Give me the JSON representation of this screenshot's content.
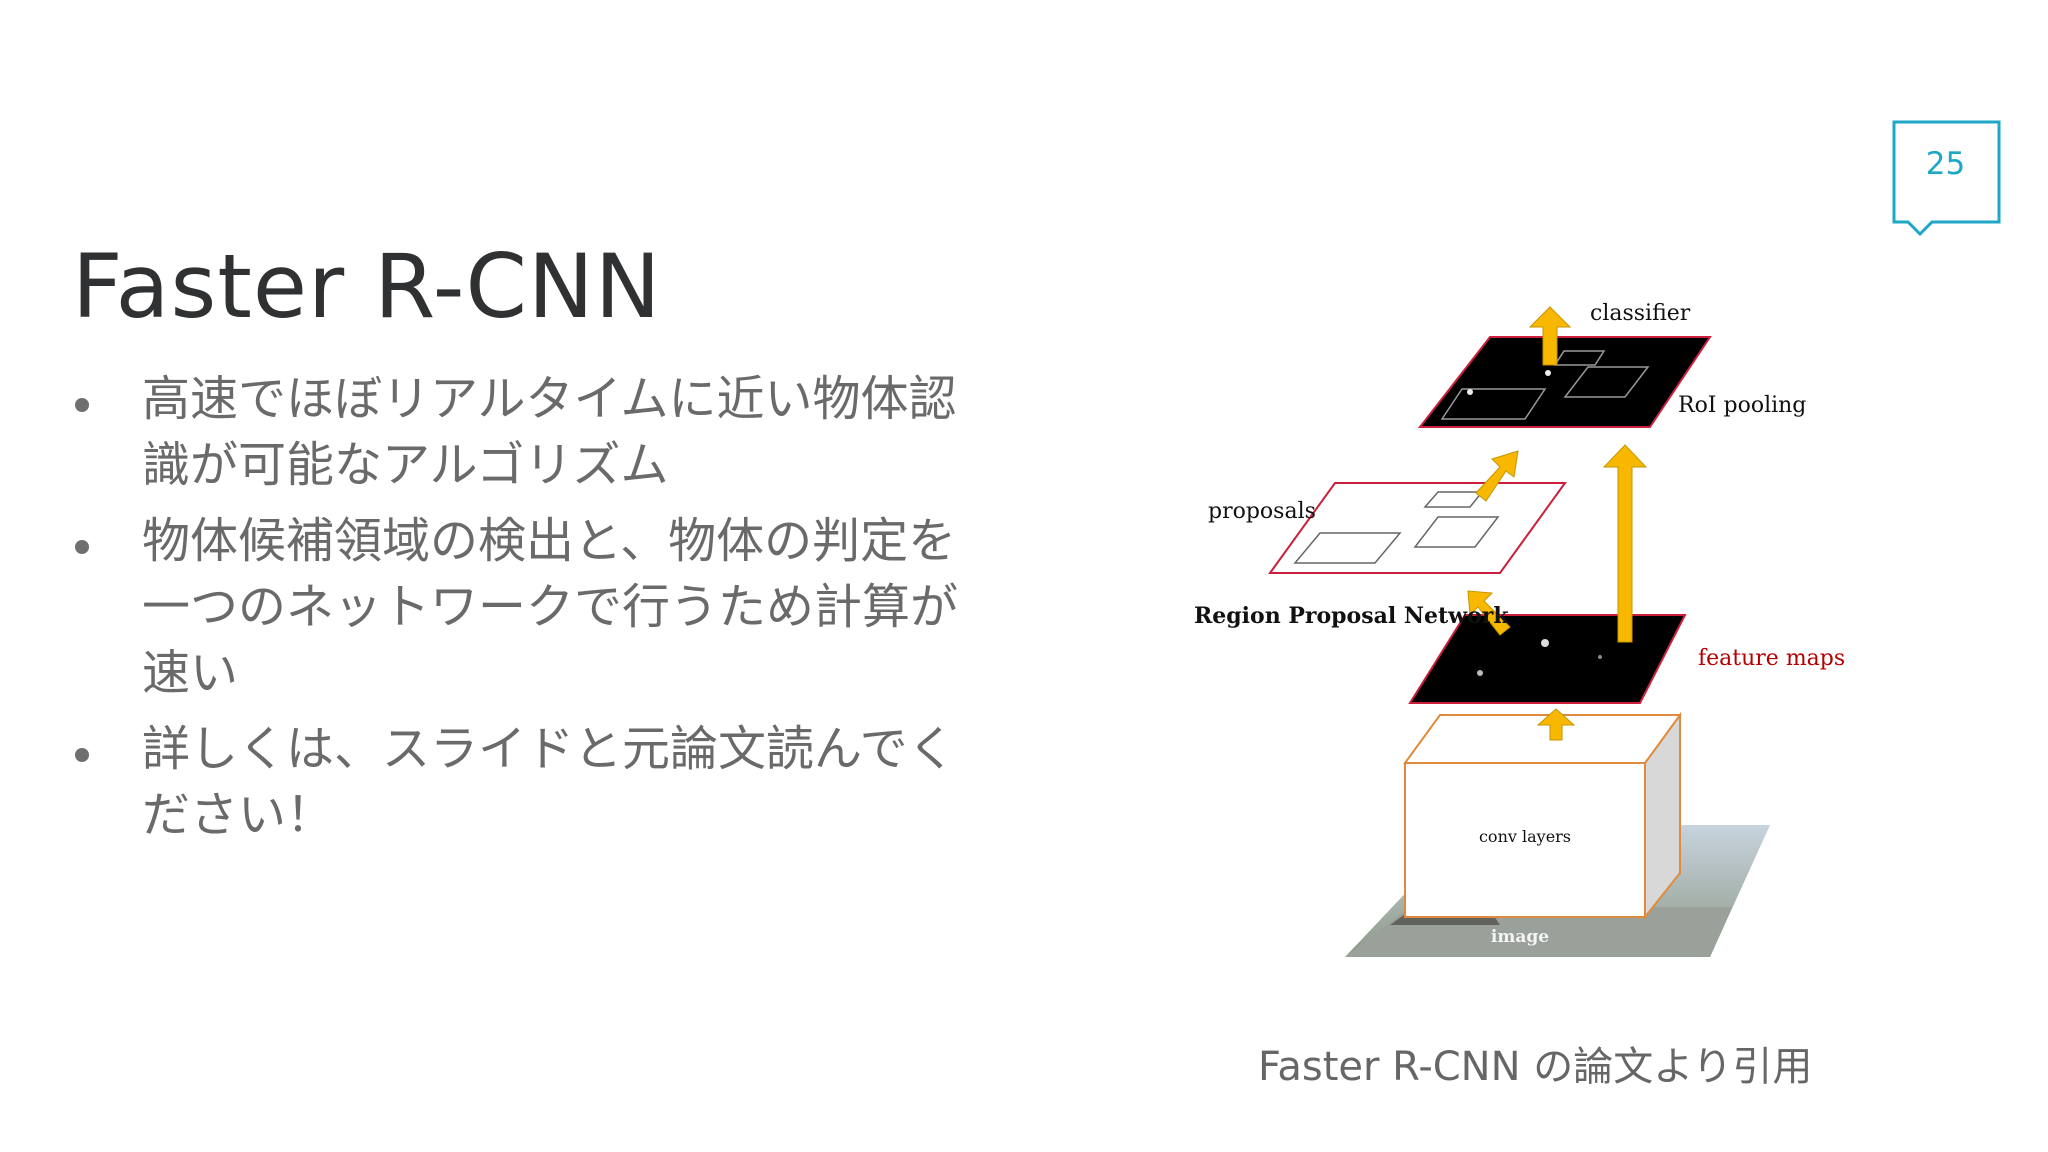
{
  "slide": {
    "title": "Faster R-CNN",
    "page_number": "25",
    "bullets": [
      "高速でほぼリアルタイムに近い物体認識が可能なアルゴリズム",
      "物体候補領域の検出と、物体の判定を一つのネットワークで行うため計算が速い",
      "詳しくは、スライドと元論文読んでください！"
    ],
    "caption": "Faster R-CNN の論文より引用"
  },
  "diagram": {
    "labels": {
      "classifier": "classifier",
      "roi_pooling": "RoI pooling",
      "proposals": "proposals",
      "rpn": "Region Proposal Network",
      "feature_maps": "feature maps",
      "conv_layers": "conv layers",
      "image": "image"
    }
  },
  "colors": {
    "accent": "#1fa7c7",
    "arrow": "#f8b800",
    "plane_border": "#cc1f3c",
    "feature_maps_label": "#b30000",
    "box_border": "#e08b3c"
  },
  "icons": {
    "page_badge": "speech-bubble-icon"
  }
}
